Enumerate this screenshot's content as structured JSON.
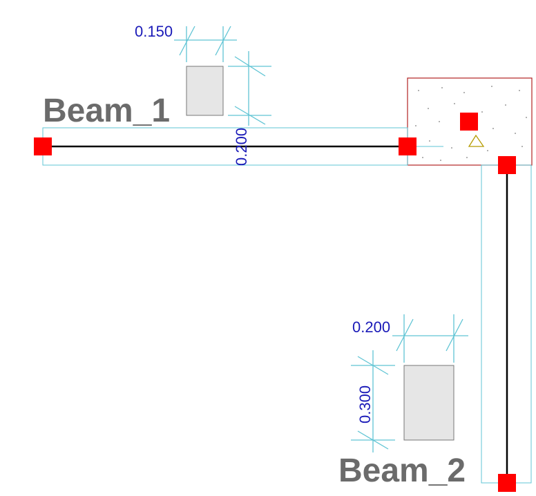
{
  "beam1": {
    "label": "Beam_1",
    "section_width": "0.150",
    "section_height": "0.200"
  },
  "beam2": {
    "label": "Beam_2",
    "section_width": "0.200",
    "section_height": "0.300"
  },
  "colors": {
    "node": "#ff0000",
    "outline": "#5fc4d4",
    "dimension_text": "#1a1ab8",
    "label": "#6b6b6b",
    "column": "#b22222",
    "support": "#b59b00"
  }
}
